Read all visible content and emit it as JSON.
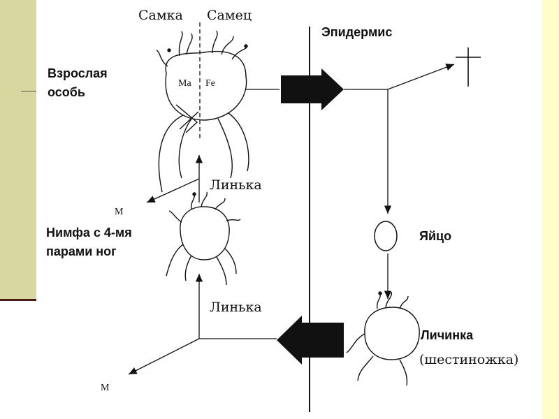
{
  "labels": {
    "female": "Самка",
    "male": "Самец",
    "epidermis": "Эпидермис",
    "adult_line1": "Взрослая",
    "adult_line2": "особь",
    "ma": "Ma",
    "fe": "Fe",
    "molt_top": "Линька",
    "m_top": "M",
    "nymph_line1": "Нимфа с 4-мя",
    "nymph_line2": "парами ног",
    "egg": "Яйцо",
    "molt_bottom": "Линька",
    "larva": "Личинка",
    "larva_sub": "(шестиножка)",
    "m_bottom": "M"
  },
  "icons": {
    "death": "cross-icon",
    "stage_arrow": "bold-arrow-icon"
  },
  "colors": {
    "frame_olive": "#d8d7a0",
    "frame_cream": "#fffec8",
    "frame_dark": "#4a1b1b",
    "ink": "#111111"
  }
}
